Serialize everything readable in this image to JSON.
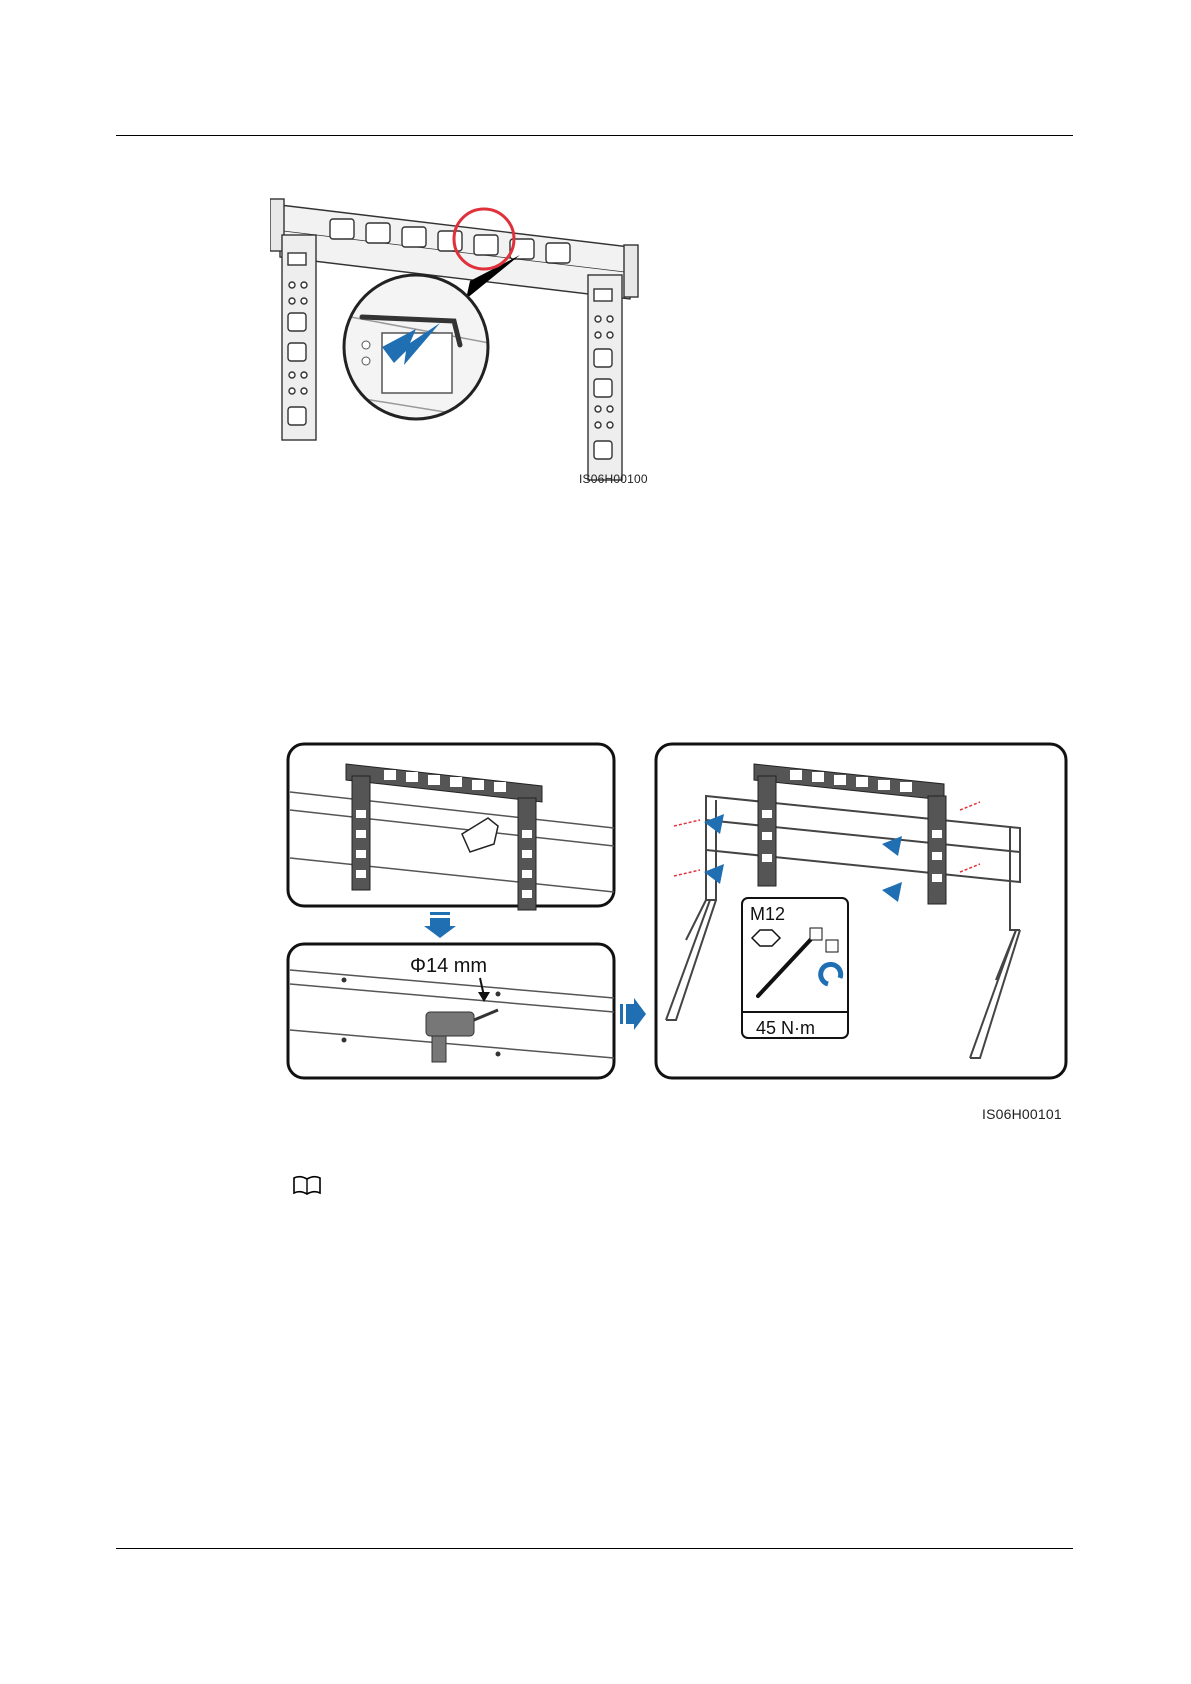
{
  "figure1": {
    "id": "IS06H00100"
  },
  "figure2": {
    "id": "IS06H00101",
    "drill_label": "Φ14 mm",
    "bolt_label": "M12",
    "torque_label": "45 N·m"
  },
  "colors": {
    "arrow_blue": "#1f6fb2",
    "highlight_red": "#e0303a",
    "rule": "#000000"
  },
  "icons": {
    "note": "book-icon"
  }
}
